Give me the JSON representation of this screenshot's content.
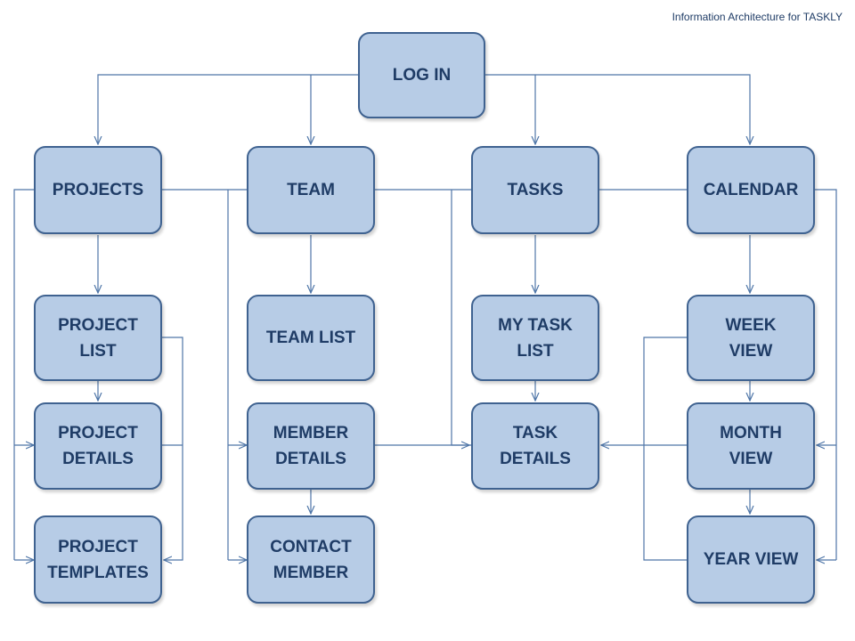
{
  "caption": "Information Architecture for TASKLY",
  "colors": {
    "node_fill": "#b7cce6",
    "node_border": "#3f6290",
    "node_text": "#1f3c66",
    "connector": "#4f76a8"
  },
  "nodes": {
    "login": "LOG IN",
    "projects": "PROJECTS",
    "team": "TEAM",
    "tasks": "TASKS",
    "calendar": "CALENDAR",
    "project_list": "PROJECT LIST",
    "project_details": "PROJECT DETAILS",
    "project_templates": "PROJECT TEMPLATES",
    "team_list": "TEAM LIST",
    "member_details": "MEMBER DETAILS",
    "contact_member": "CONTACT MEMBER",
    "my_task_list": "MY TASK LIST",
    "task_details": "TASK DETAILS",
    "week_view": "WEEK VIEW",
    "month_view": "MONTH VIEW",
    "year_view": "YEAR VIEW"
  }
}
